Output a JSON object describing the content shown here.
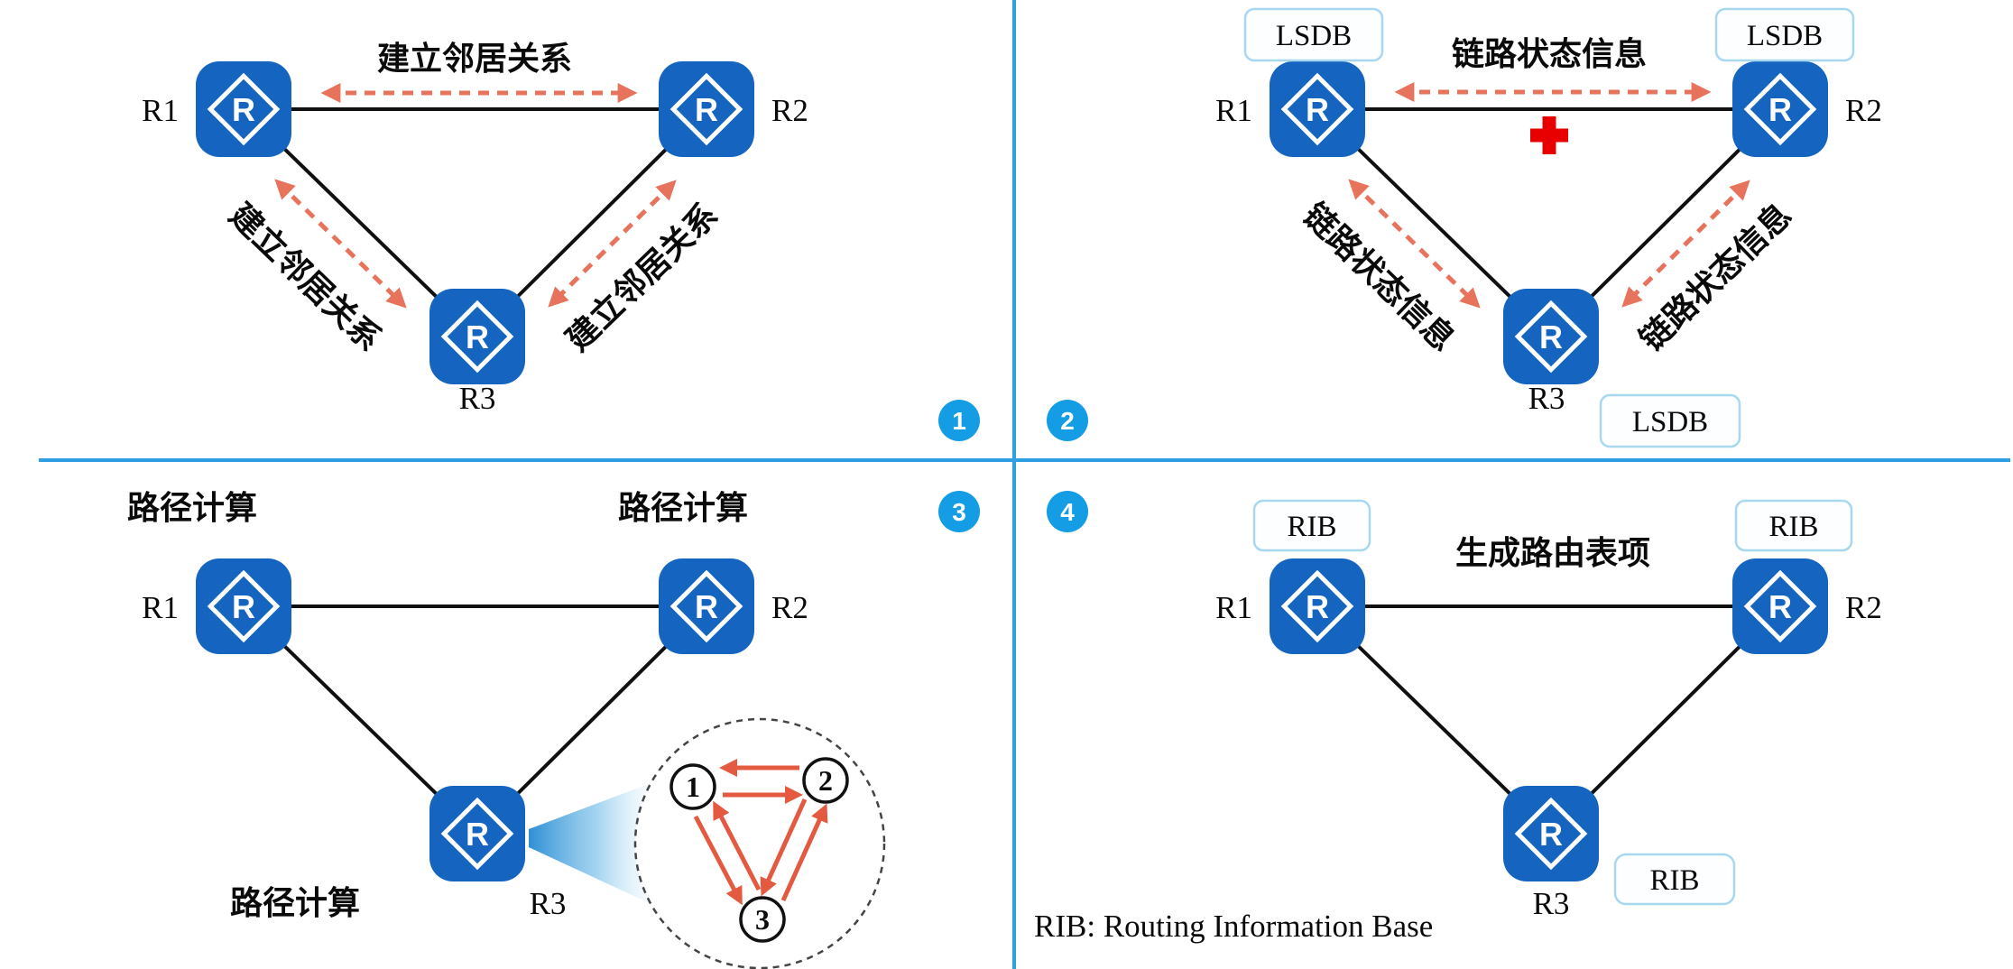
{
  "colors": {
    "router_blue": "#1565c0",
    "divider_blue": "#2d9fe2",
    "badge_blue": "#149de4",
    "dashed_arrow_salmon": "#e8735c",
    "spf_arrow_red": "#e45a41",
    "failure_cross_red": "#e80000",
    "info_box_border": "#a8d8f0",
    "link_black": "#101010"
  },
  "router_glyph": "R",
  "q1": {
    "badge": "1",
    "r1": "R1",
    "r2": "R2",
    "r3": "R3",
    "top_label": "建立邻居关系",
    "left_label": "建立邻居关系",
    "right_label": "建立邻居关系"
  },
  "q2": {
    "badge": "2",
    "r1": "R1",
    "r2": "R2",
    "r3": "R3",
    "top_label": "链路状态信息",
    "left_label": "链路状态信息",
    "right_label": "链路状态信息",
    "lsdb_r1": "LSDB",
    "lsdb_r2": "LSDB",
    "lsdb_r3": "LSDB"
  },
  "q3": {
    "badge": "3",
    "r1": "R1",
    "r2": "R2",
    "r3": "R3",
    "calc_r1": "路径计算",
    "calc_r2": "路径计算",
    "calc_r3": "路径计算",
    "spf_node_1": "1",
    "spf_node_2": "2",
    "spf_node_3": "3"
  },
  "q4": {
    "badge": "4",
    "r1": "R1",
    "r2": "R2",
    "r3": "R3",
    "top_label": "生成路由表项",
    "rib_r1": "RIB",
    "rib_r2": "RIB",
    "rib_r3": "RIB",
    "footnote": "RIB: Routing Information Base"
  }
}
